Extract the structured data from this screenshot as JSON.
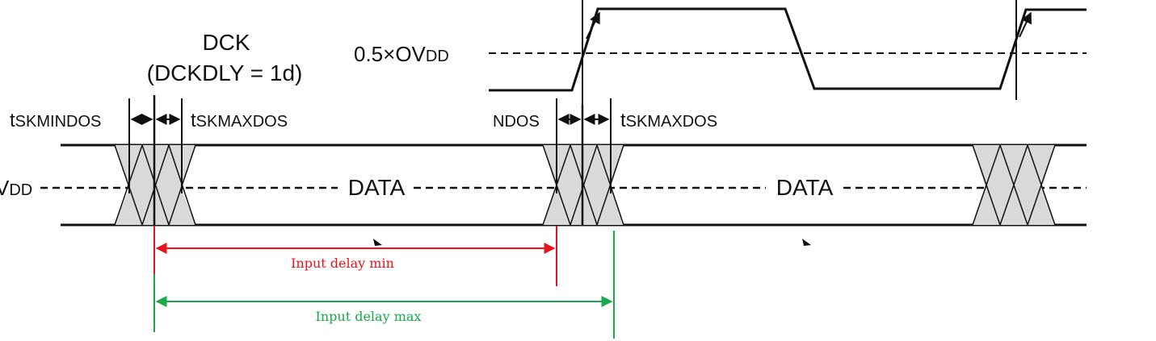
{
  "labels": {
    "dck_title": "DCK",
    "dck_subtitle": "(DCKDLY = 1d)",
    "threshold_prefix": "0.5×OV",
    "threshold_sub": "DD",
    "left_vdd_prefix": "V",
    "left_vdd_sub": "DD",
    "tskmindos_t": "t",
    "tskmindos_rest": "SKMINDOS",
    "tskmaxdos_left_t": "t",
    "tskmaxdos_left_rest": "SKMAXDOS",
    "ndos": "NDOS",
    "tskmaxdos_right_t": "t",
    "tskmaxdos_right_rest": "SKMAXDOS",
    "data_left": "DATA",
    "data_right": "DATA"
  },
  "annotations": {
    "input_delay_min": {
      "text": "Input delay min",
      "color": "#e8141b"
    },
    "input_delay_max": {
      "text": "Input delay max",
      "color": "#1aa84a"
    }
  },
  "colors": {
    "line": "#111111",
    "eye_fill": "#d9d9d9"
  }
}
